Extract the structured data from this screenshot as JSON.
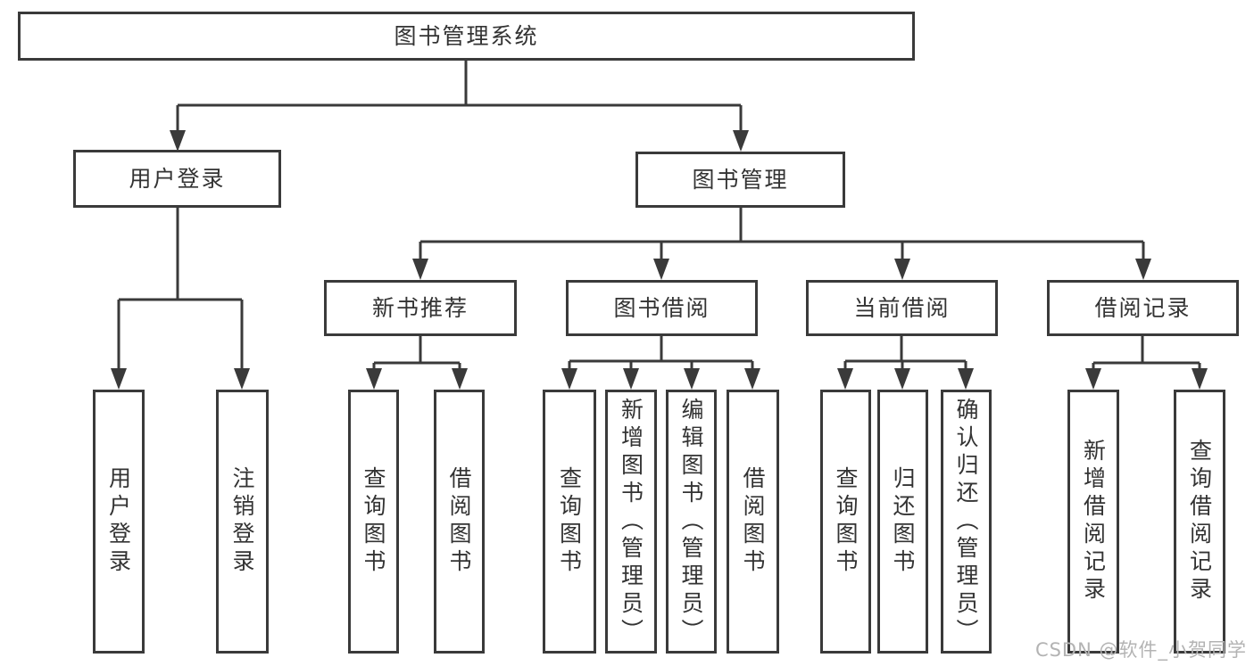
{
  "page": {
    "watermark": "CSDN @软件_小贺同学"
  },
  "colors": {
    "line": "#3a3a3a",
    "text": "#333333",
    "watermark": "#b3b3b3",
    "background": "#ffffff"
  },
  "tree": {
    "label": "图书管理系统",
    "children": [
      {
        "label": "用户登录",
        "children": [
          {
            "label": "用户登录"
          },
          {
            "label": "注销登录"
          }
        ]
      },
      {
        "label": "图书管理",
        "children": [
          {
            "label": "新书推荐",
            "children": [
              {
                "label": "查询图书"
              },
              {
                "label": "借阅图书"
              }
            ]
          },
          {
            "label": "图书借阅",
            "children": [
              {
                "label": "查询图书"
              },
              {
                "label": "新增图书（管理员）"
              },
              {
                "label": "编辑图书（管理员）"
              },
              {
                "label": "借阅图书"
              }
            ]
          },
          {
            "label": "当前借阅",
            "children": [
              {
                "label": "查询图书"
              },
              {
                "label": "归还图书"
              },
              {
                "label": "确认归还（管理员）"
              }
            ]
          },
          {
            "label": "借阅记录",
            "children": [
              {
                "label": "新增借阅记录"
              },
              {
                "label": "查询借阅记录"
              }
            ]
          }
        ]
      }
    ]
  }
}
